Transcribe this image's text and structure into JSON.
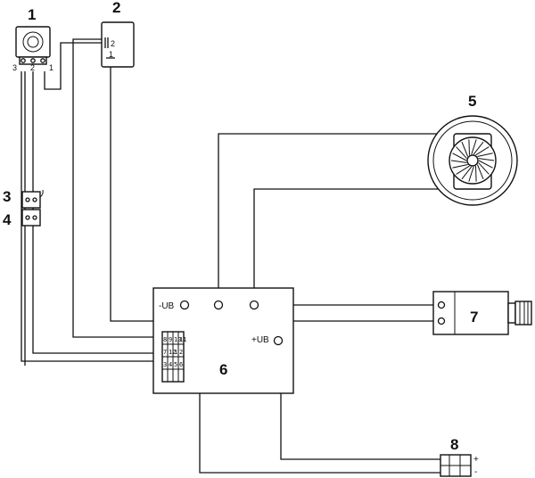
{
  "components": {
    "potentiometer": {
      "number": "1",
      "pins": [
        "3",
        "2",
        "1"
      ]
    },
    "switch": {
      "number": "2",
      "pins": [
        "2",
        "1"
      ]
    },
    "connector_upper": {
      "number": "3"
    },
    "connector_lower": {
      "number": "4"
    },
    "fan": {
      "number": "5"
    },
    "control_unit": {
      "number": "6",
      "neg_label": "-UB",
      "pos_label": "+UB",
      "pins_row1": [
        "8",
        "9",
        "10",
        "11"
      ],
      "pins_row2": [
        "7",
        "12",
        "1",
        "2"
      ],
      "pins_row3": [
        "3",
        "4",
        "5",
        "6"
      ]
    },
    "heater": {
      "number": "7"
    },
    "battery": {
      "number": "8",
      "plus": "+",
      "minus": "-"
    }
  }
}
